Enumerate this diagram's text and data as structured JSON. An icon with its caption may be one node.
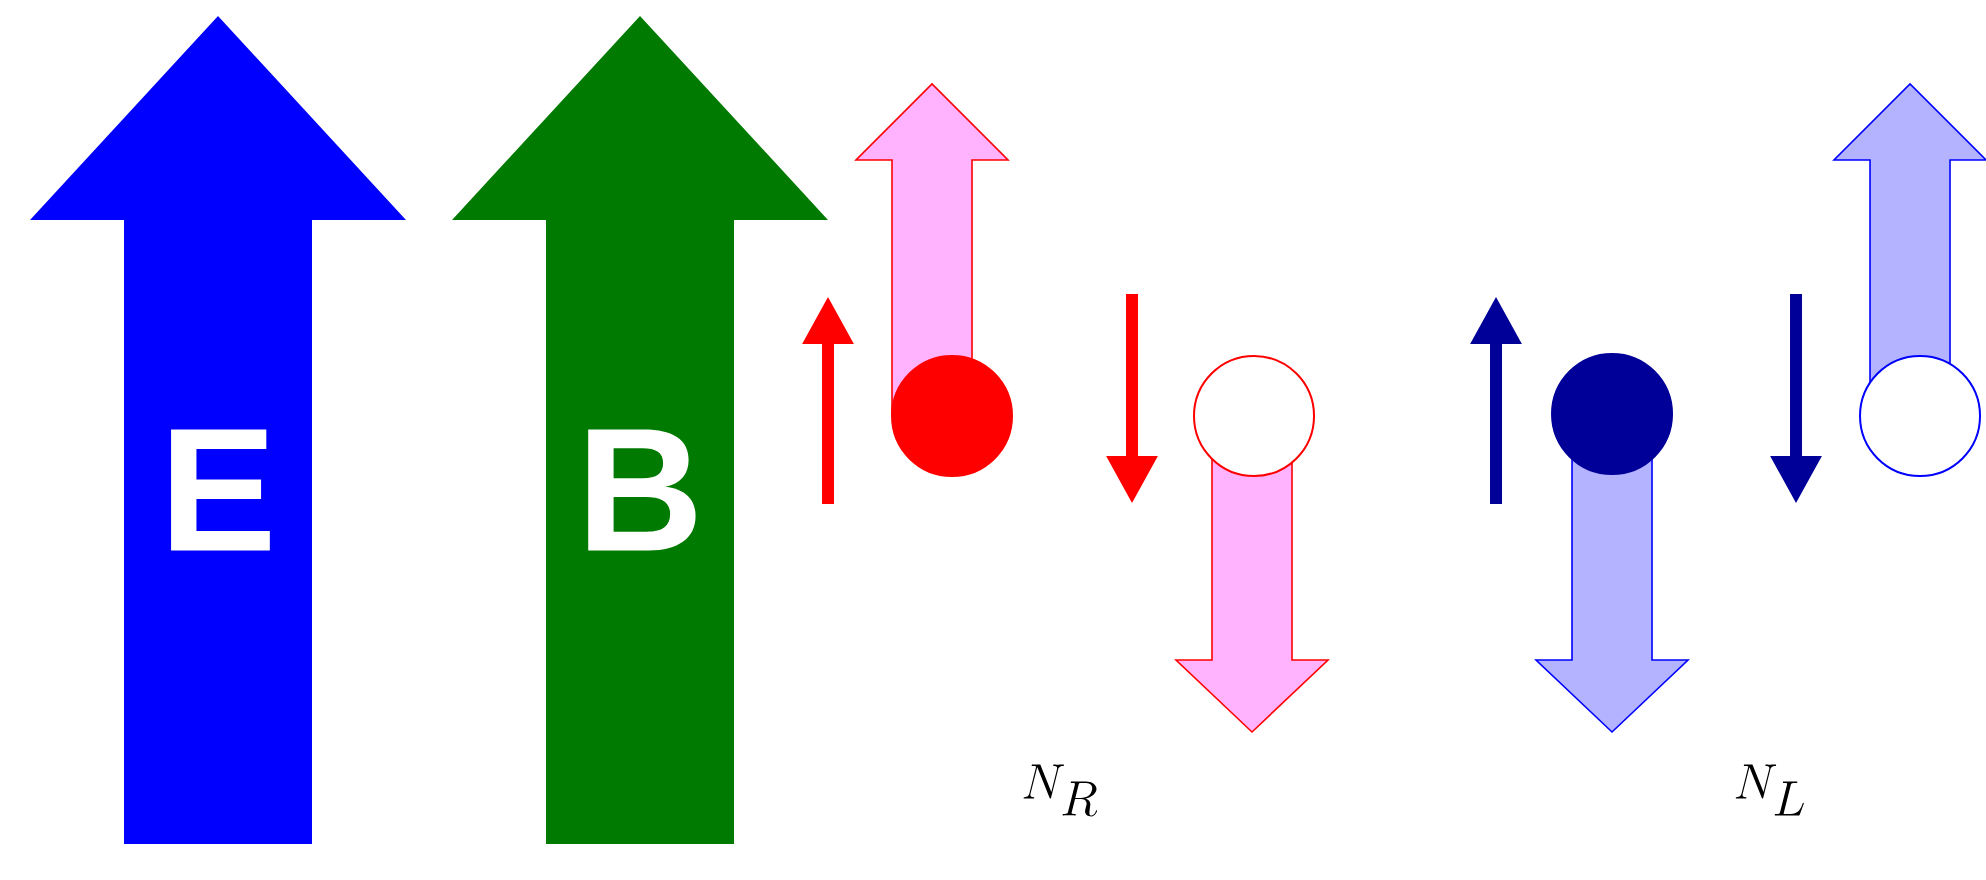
{
  "diagram": {
    "nodes": [
      {
        "text": [
          "E"
        ]
      },
      {
        "text": [
          "B"
        ]
      },
      {
        "text": [],
        "shape": "circle"
      },
      {
        "text": [],
        "shape": "circle"
      },
      {
        "text": [],
        "shape": "circle"
      },
      {
        "text": [],
        "shape": "circle"
      }
    ],
    "labels": [
      "N_R",
      "N_L"
    ]
  }
}
